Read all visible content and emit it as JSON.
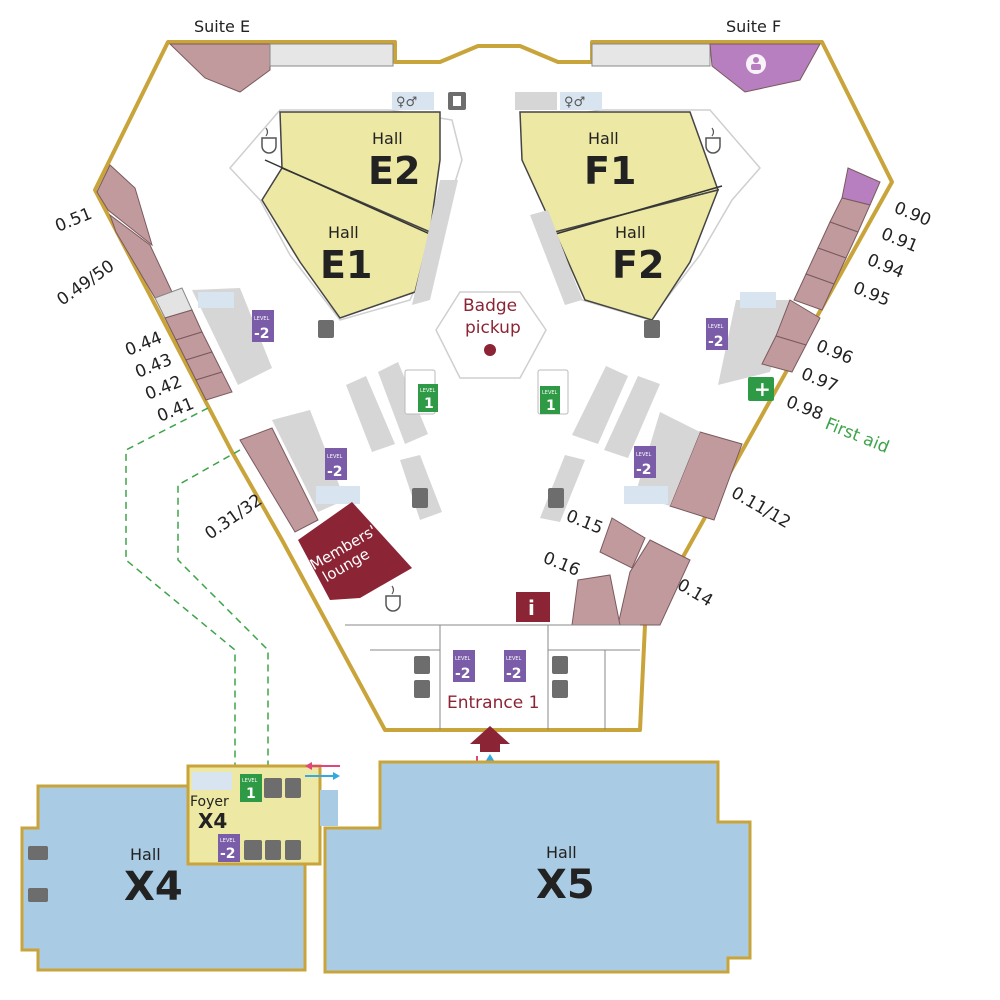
{
  "map": {
    "suites": {
      "e": "Suite E",
      "f": "Suite F"
    },
    "halls": {
      "e2": {
        "small": "Hall",
        "big": "E2"
      },
      "e1": {
        "small": "Hall",
        "big": "E1"
      },
      "f1": {
        "small": "Hall",
        "big": "F1"
      },
      "f2": {
        "small": "Hall",
        "big": "F2"
      },
      "x4": {
        "small": "Hall",
        "big": "X4"
      },
      "x5": {
        "small": "Hall",
        "big": "X5"
      }
    },
    "badge_pickup": [
      "Badge",
      "pickup"
    ],
    "members_lounge": [
      "Members'",
      "lounge"
    ],
    "entrance": "Entrance 1",
    "first_aid": "First aid",
    "foyer": {
      "small": "Foyer",
      "big": "X4"
    },
    "info_symbol": "i",
    "first_aid_symbol": "+",
    "level_labels": {
      "tiny": "LEVEL",
      "up": "1",
      "down": "-2"
    },
    "rooms_left": [
      "0.51",
      "0.49/50",
      "0.44",
      "0.43",
      "0.42",
      "0.41",
      "0.31/32"
    ],
    "rooms_right": [
      "0.90",
      "0.91",
      "0.94",
      "0.95",
      "0.96",
      "0.97",
      "0.98",
      "0.11/12",
      "0.15",
      "0.16",
      "0.14"
    ],
    "icons": [
      "toilets-icon",
      "lift-icon",
      "stairs-icon",
      "cafe-icon",
      "parking-icon",
      "baby-change-icon",
      "wheelchair-icon",
      "cloakroom-icon"
    ],
    "colors": {
      "wall": "#c9a43a",
      "hall_yellow": "#ede8a3",
      "hall_blue": "#a9cbe4",
      "room_mauve": "#c19a9e",
      "maroon": "#8b2434",
      "level_green": "#2e9a45",
      "level_purple": "#7a5ca8",
      "escalator_grey": "#d6d6d6",
      "icon_grey": "#6d6d6d",
      "route_green": "#3ea34a",
      "pink_arrow": "#e0457b",
      "blue_arrow": "#34a8e0"
    }
  }
}
